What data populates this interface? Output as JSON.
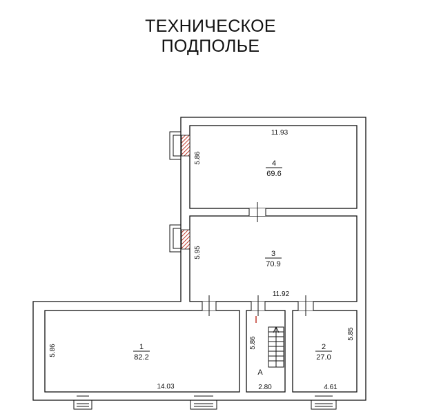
{
  "title": {
    "line1": "ТЕХНИЧЕСКОЕ",
    "line2": "ПОДПОЛЬЕ"
  },
  "rooms": [
    {
      "id": "4",
      "number": "4",
      "area": "69.6",
      "width": "11.93",
      "height": "5.86"
    },
    {
      "id": "3",
      "number": "3",
      "area": "70.9",
      "width": "11.92",
      "height": "5.95"
    },
    {
      "id": "1",
      "number": "1",
      "area": "82.2",
      "width": "14.03",
      "height": "5.86"
    },
    {
      "id": "2",
      "number": "2",
      "area": "27.0",
      "width": "4.61",
      "height": "5.85"
    },
    {
      "id": "A",
      "number": "А",
      "width": "2.80",
      "height": "5.86"
    }
  ],
  "colors": {
    "line": "#111111",
    "hatch": "#c0392b"
  }
}
